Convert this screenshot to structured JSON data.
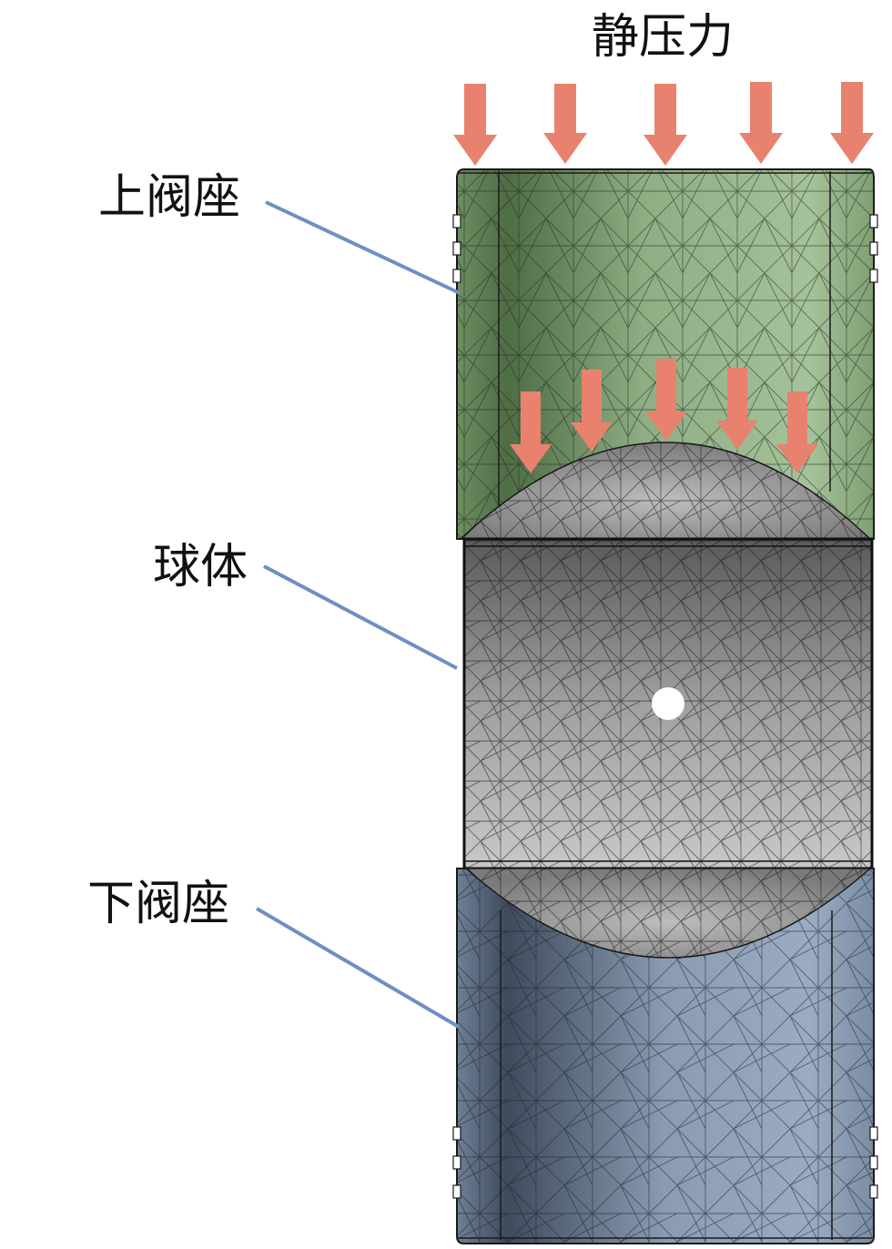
{
  "title": "静压力",
  "labels": {
    "upper_seat": "上阀座",
    "ball": "球体",
    "lower_seat": "下阀座"
  },
  "colors": {
    "arrow": "#e8826e",
    "upper_seat": "#8fae84",
    "ball": "#a6a6a6",
    "lower_seat": "#8a9bb2",
    "leader_line": "#6f8fc4",
    "mesh": "#1c1c1c"
  }
}
